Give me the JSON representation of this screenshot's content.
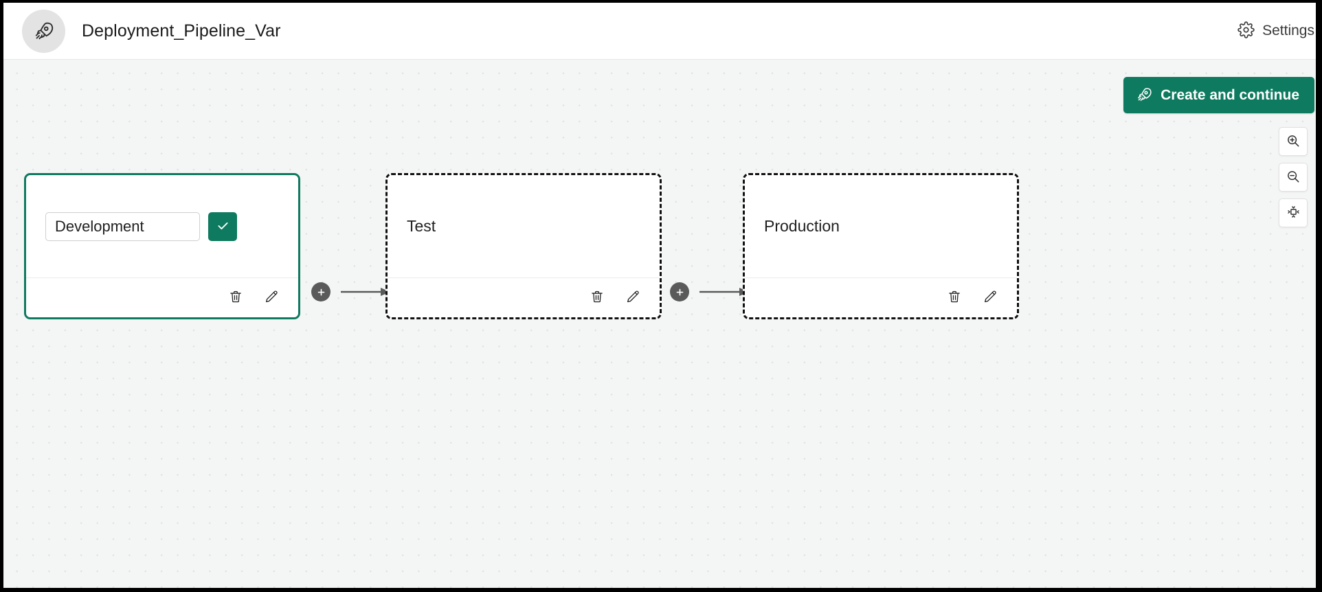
{
  "header": {
    "app_icon": "rocket-icon",
    "title": "Deployment_Pipeline_Var",
    "settings": {
      "icon": "gear-icon",
      "label": "Settings"
    }
  },
  "canvas": {
    "background": "#f4f5f5",
    "dot_color": "#e2e2e2",
    "primary_color": "#0e7a5f",
    "create_button": {
      "icon": "rocket-icon",
      "label": "Create and continue"
    },
    "view_controls": [
      {
        "name": "zoom-in",
        "icon": "zoom-in-icon"
      },
      {
        "name": "zoom-out",
        "icon": "zoom-out-icon"
      },
      {
        "name": "fit-view",
        "icon": "fit-view-icon"
      }
    ]
  },
  "flow": {
    "nodes": [
      {
        "id": "development",
        "label": "Development",
        "state": "selected-editing",
        "editing": true,
        "input_value": "Development",
        "input_placeholder": "Stage name",
        "confirm_icon": "check-icon",
        "actions": [
          {
            "name": "delete",
            "icon": "trash-icon"
          },
          {
            "name": "edit",
            "icon": "pencil-icon"
          }
        ]
      },
      {
        "id": "test",
        "label": "Test",
        "state": "draft",
        "editing": false,
        "actions": [
          {
            "name": "delete",
            "icon": "trash-icon"
          },
          {
            "name": "edit",
            "icon": "pencil-icon"
          }
        ]
      },
      {
        "id": "production",
        "label": "Production",
        "state": "draft",
        "editing": false,
        "actions": [
          {
            "name": "delete",
            "icon": "trash-icon"
          },
          {
            "name": "edit",
            "icon": "pencil-icon"
          }
        ]
      }
    ],
    "connectors": [
      {
        "from": "development",
        "to": "test",
        "add_label": "+"
      },
      {
        "from": "test",
        "to": "production",
        "add_label": "+"
      }
    ]
  }
}
